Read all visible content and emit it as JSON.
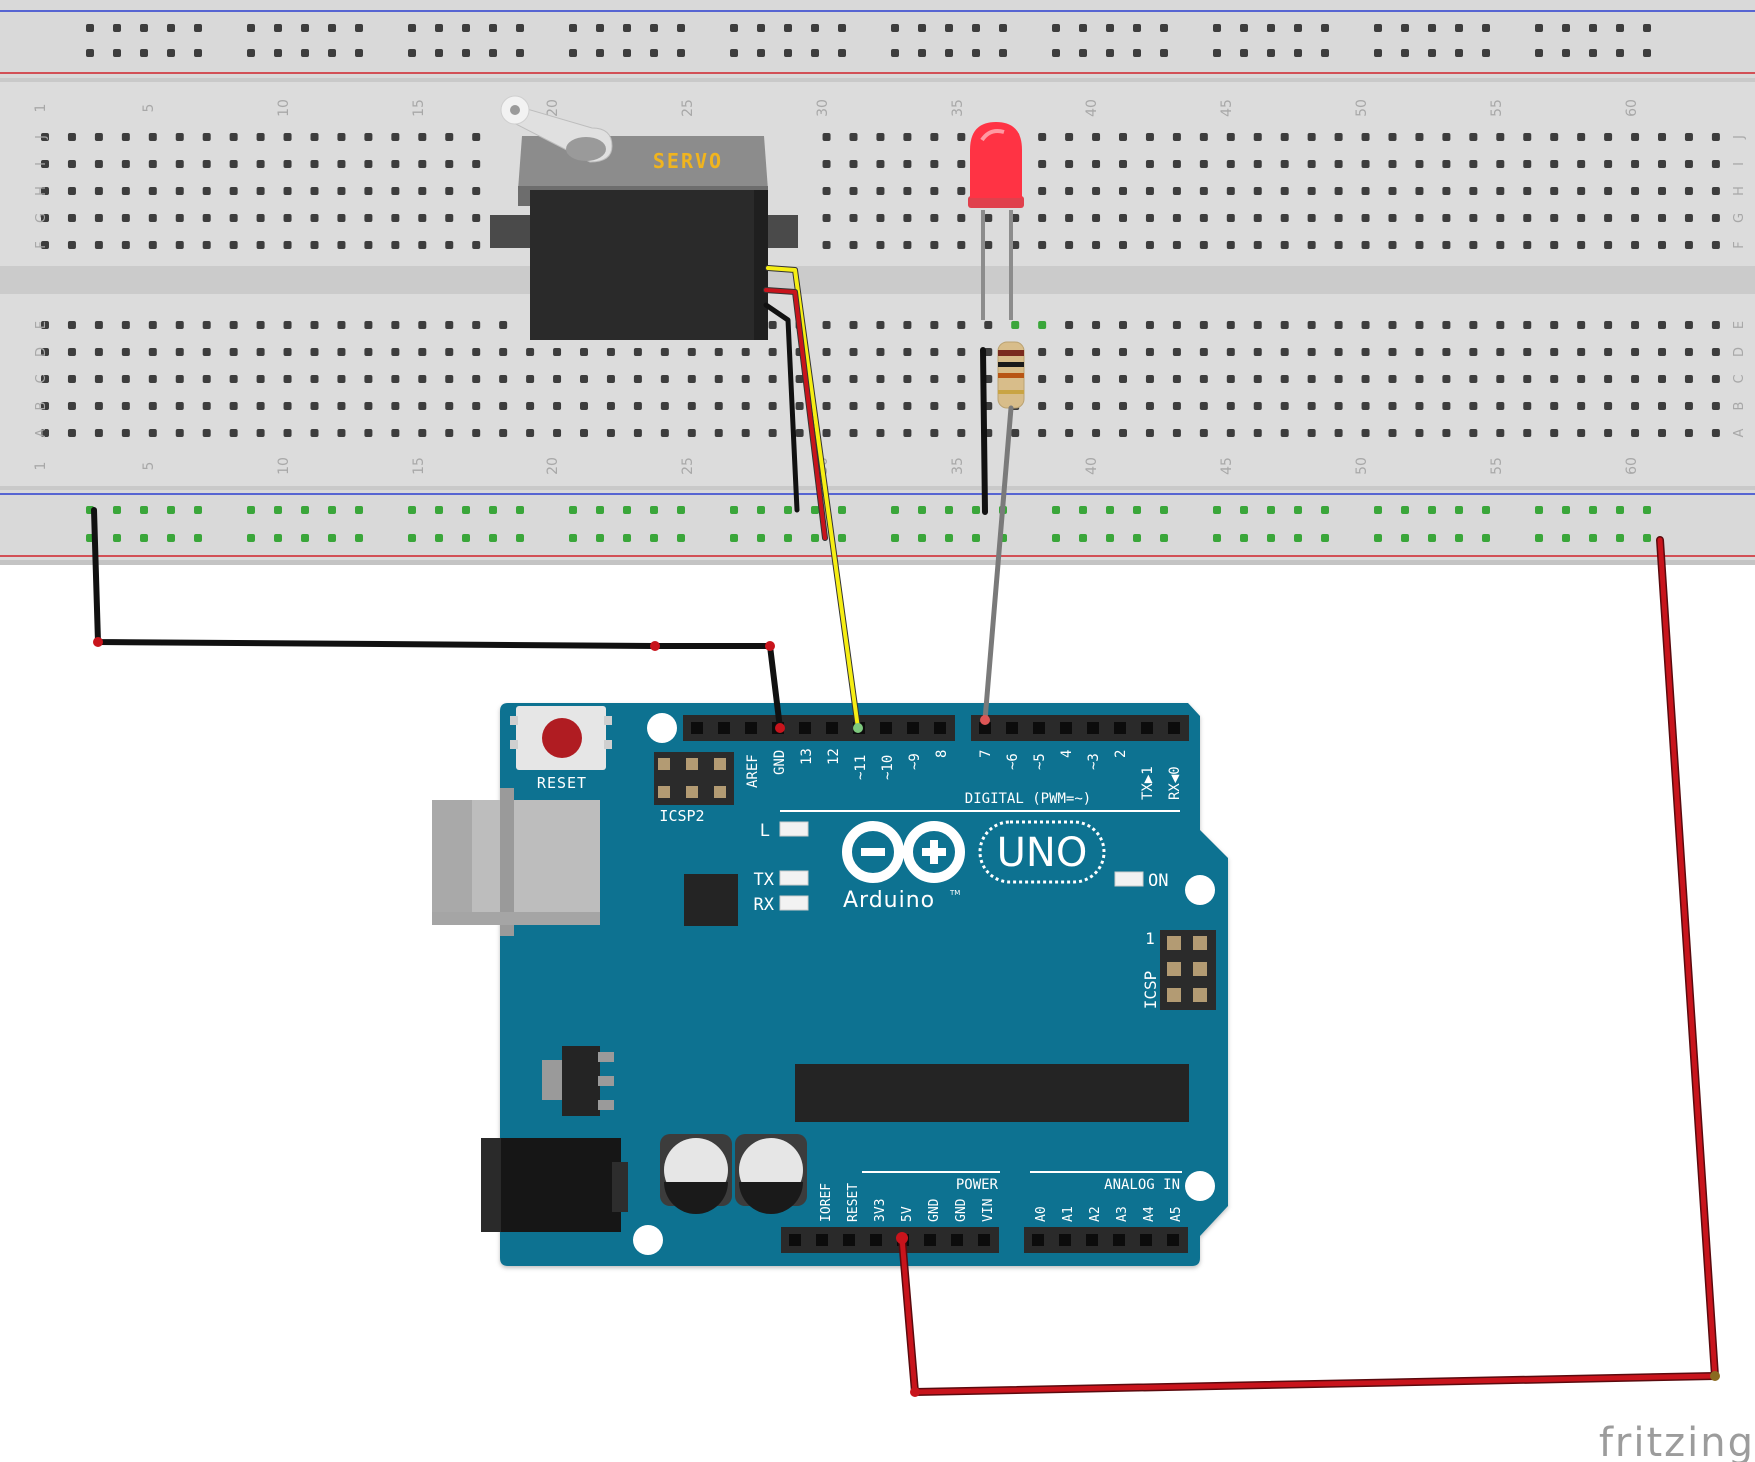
{
  "breadboard": {
    "row_letters_top": [
      "J",
      "I",
      "H",
      "G",
      "F"
    ],
    "row_letters_bottom": [
      "E",
      "D",
      "C",
      "B",
      "A"
    ],
    "column_numbers": [
      "1",
      "5",
      "10",
      "15",
      "20",
      "25",
      "30",
      "35",
      "40",
      "45",
      "50",
      "55",
      "60"
    ]
  },
  "servo": {
    "label": "SERVO"
  },
  "arduino": {
    "reset_label": "RESET",
    "icsp2_label": "ICSP2",
    "icsp_label": "ICSP",
    "icsp_pin1": "1",
    "digital_header": [
      "AREF",
      "GND",
      "13",
      "12",
      "~11",
      "~10",
      "~9",
      "8"
    ],
    "digital_header2": [
      "7",
      "~6",
      "~5",
      "4",
      "~3",
      "2",
      "TX▶1",
      "RX◀0"
    ],
    "digital_label": "DIGITAL (PWM=~)",
    "led_l": "L",
    "led_tx": "TX",
    "led_rx": "RX",
    "led_on": "ON",
    "brand": "Arduino",
    "tm": "TM",
    "model": "UNO",
    "power_label": "POWER",
    "analog_label": "ANALOG IN",
    "power_pins": [
      "IOREF",
      "RESET",
      "3V3",
      "5V",
      "GND",
      "GND",
      "VIN"
    ],
    "analog_pins": [
      "A0",
      "A1",
      "A2",
      "A3",
      "A4",
      "A5"
    ]
  },
  "footer": {
    "logo": "fritzing"
  },
  "colors": {
    "board": "#0f7291",
    "breadboard": "#dcdcdc",
    "wire_black": "#111111",
    "wire_red": "#c8141c",
    "wire_yellow": "#f6ee14",
    "wire_gray": "#8a8a8a",
    "rail_blue": "#2c3fd0",
    "rail_red": "#d0222a"
  }
}
